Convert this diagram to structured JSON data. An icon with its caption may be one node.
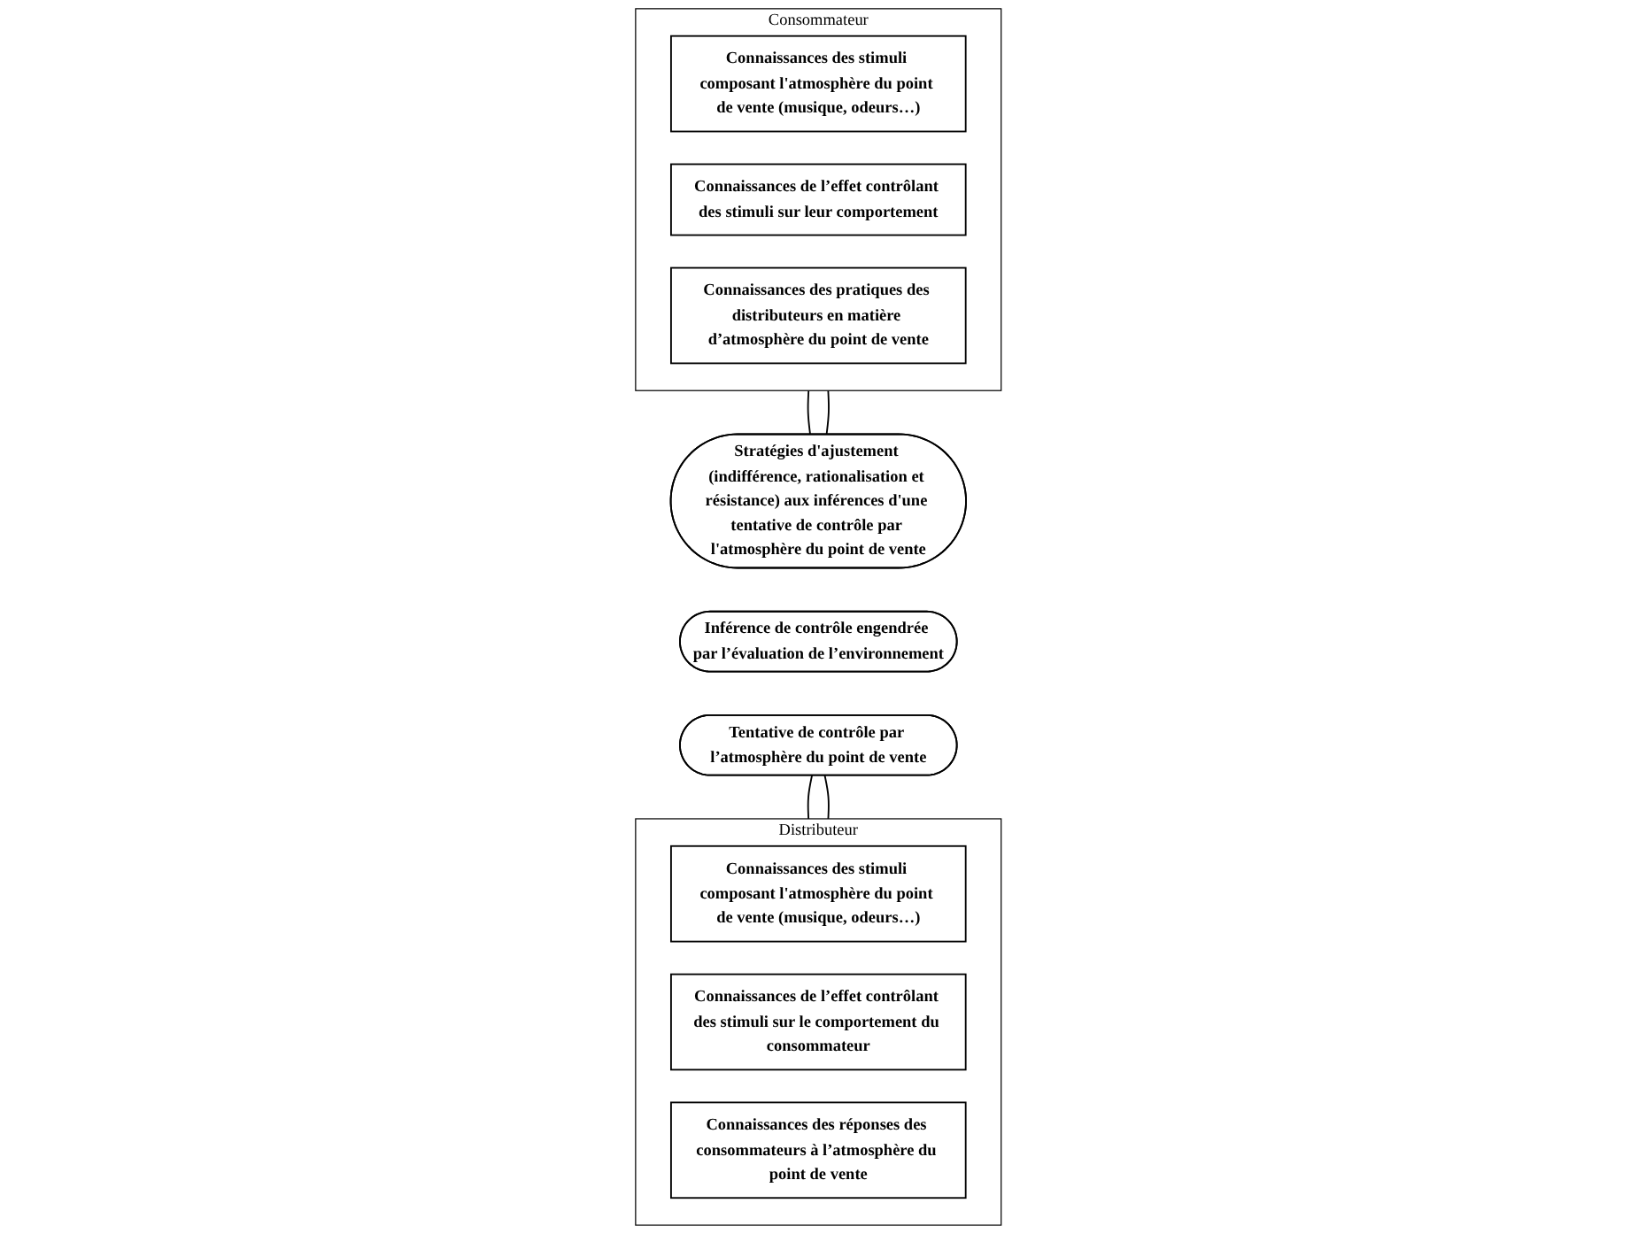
{
  "diagram": {
    "nodes": [
      {
        "text": [
          "Consommateur"
        ]
      },
      {
        "text": [
          "Connaissances des stimuli composant l'atmosphère du point de vente (musique, odeurs…)"
        ],
        "in": 0
      },
      {
        "text": [
          "Connaissances de l’effet contrôlant des stimuli sur leur comportement"
        ],
        "in": 0
      },
      {
        "text": [
          "Connaissances des pratiques des distributeurs en matière d’atmosphère du point de vente"
        ],
        "in": 0
      },
      {
        "text": [
          "Stratégies d'ajustement (indifférence, rationalisation et résistance) aux inférences d'une tentative de contrôle par l'atmosphère du point de vente"
        ]
      },
      {
        "text": [
          "Inférence de contrôle engendrée par l’évaluation de l’environnement"
        ]
      },
      {
        "text": [
          "Tentative de contrôle par l’atmosphère du point de vente"
        ]
      },
      {
        "text": [
          "Distributeur"
        ]
      },
      {
        "text": [
          "Connaissances des stimuli composant l'atmosphère du point de vente (musique, odeurs…)"
        ],
        "in": 7
      },
      {
        "text": [
          "Connaissances de l’effet contrôlant des stimuli sur le comportement du consommateur"
        ],
        "in": 7
      },
      {
        "text": [
          "Connaissances des réponses des consommateurs à l’atmosphère du point de vente"
        ],
        "in": 7
      }
    ],
    "edges": [
      {
        "from": 0,
        "to": 4,
        "arrow": "none"
      },
      {
        "from": 0,
        "to": 4,
        "arrow": "none"
      },
      {
        "from": 6,
        "to": 7,
        "arrow": "none"
      },
      {
        "from": 6,
        "to": 7,
        "arrow": "none"
      }
    ]
  }
}
